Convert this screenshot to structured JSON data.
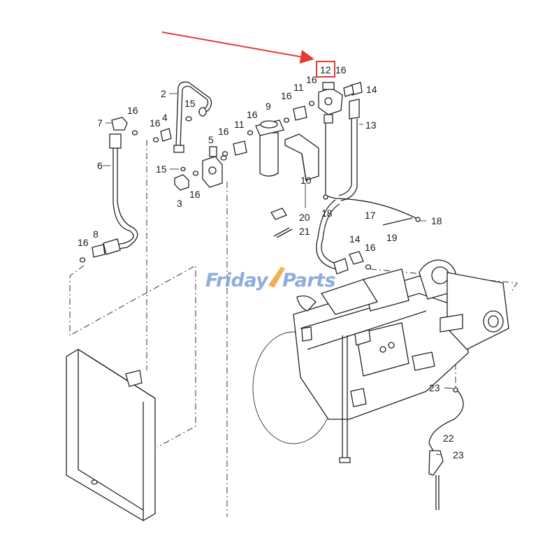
{
  "callouts": {
    "c2": "2",
    "c3": "3",
    "c4": "4",
    "c5": "5",
    "c6": "6",
    "c7": "7",
    "c8": "8",
    "c9": "9",
    "c10": "10",
    "c11a": "11",
    "c11b": "11",
    "c12": "12",
    "c13": "13",
    "c14a": "14",
    "c14b": "14",
    "c15a": "15",
    "c15b": "15",
    "c16a": "16",
    "c16b": "16",
    "c16c": "16",
    "c16d": "16",
    "c16e": "16",
    "c16f": "16",
    "c16g": "16",
    "c16h": "16",
    "c16i": "16",
    "c16j": "16",
    "c17": "17",
    "c18a": "18",
    "c18b": "18",
    "c19": "19",
    "c20": "20",
    "c21": "21",
    "c22": "22",
    "c23a": "23",
    "c23b": "23"
  },
  "watermark": {
    "part1": "Friday",
    "part2": "Parts"
  },
  "highlight": {
    "target": "12",
    "color": "#e53935"
  },
  "colors": {
    "arrow": "#e53935",
    "watermark_blue": "#7a9fd6",
    "watermark_orange": "#f0a23a",
    "line": "#222222"
  }
}
